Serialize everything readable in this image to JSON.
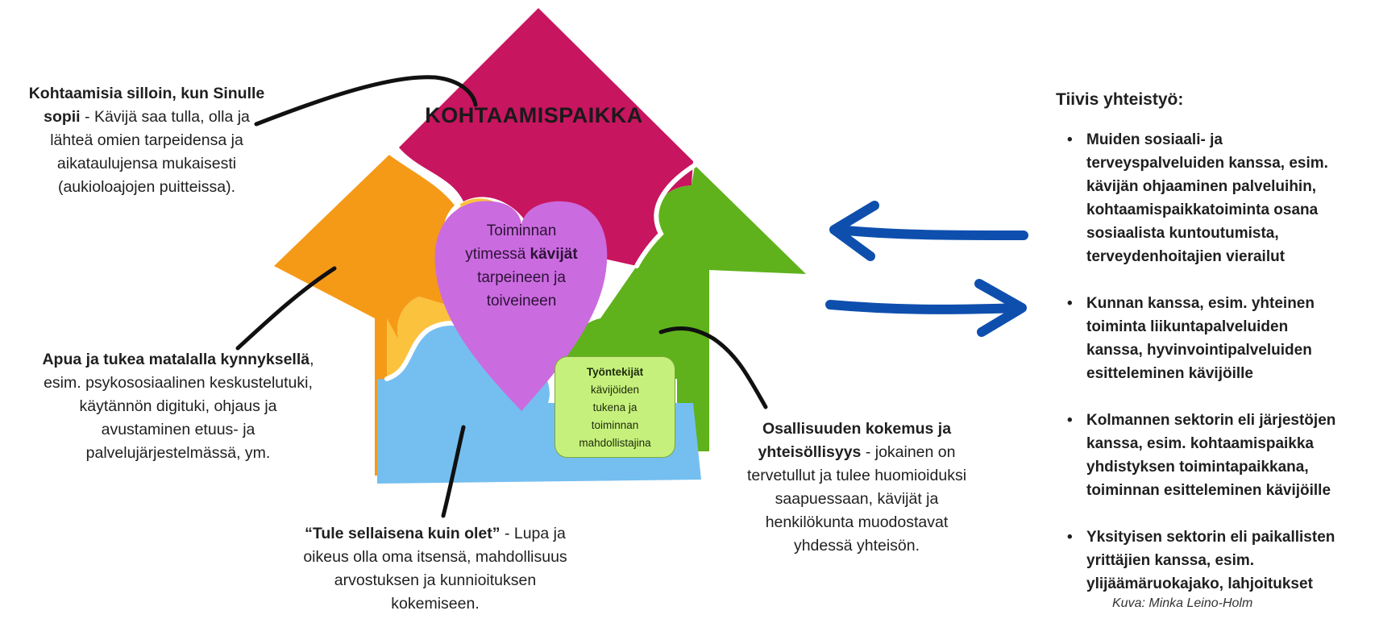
{
  "house": {
    "title": "KOHTAAMISPAIKKA",
    "heart": {
      "line1": "Toiminnan",
      "line2_pre": "ytimessä ",
      "line2_bold": "kävijät",
      "line3": "tarpeineen ja",
      "line4": "toiveineen"
    },
    "workers": {
      "bold": "Työntekijät",
      "line1": "kävijöiden",
      "line2": "tukena ja",
      "line3": "toiminnan",
      "line4": "mahdollistajina"
    },
    "colors": {
      "roof": "#c8155f",
      "left_wall": "#f59a17",
      "inner_yellow": "#fbc23e",
      "right_wall": "#5fb21c",
      "bottom_blue": "#74bff0",
      "heart": "#cb6be0",
      "workers_box": "#c6f07c",
      "arrows": "#0e4fae"
    }
  },
  "callouts": {
    "top_left": {
      "bold_a": "Kohtaamisia silloin, kun Sinulle",
      "bold_b": "sopii",
      "rest_a": " - Kävijä saa tulla, olla ja",
      "line3": "lähteä omien tarpeidensa ja",
      "line4": "aikataulujensa mukaisesti",
      "line5": "(aukioloajojen puitteissa)."
    },
    "mid_left": {
      "bold": "Apua ja tukea matalalla kynnyksellä",
      "rest": ",",
      "line2": "esim. psykososiaalinen keskustelutuki,",
      "line3": "käytännön digituki, ohjaus ja",
      "line4": "avustaminen etuus- ja",
      "line5": "palvelujärjestelmässä, ym."
    },
    "bottom": {
      "bold": "“Tule sellaisena kuin olet”",
      "rest": " - Lupa ja",
      "line2": "oikeus olla oma itsensä, mahdollisuus",
      "line3": "arvostuksen ja kunnioituksen",
      "line4": "kokemiseen."
    },
    "right": {
      "bold_a": "Osallisuuden kokemus ja",
      "bold_b": "yhteisöllisyys",
      "rest_b": " - jokainen on",
      "line3": "tervetullut ja tulee huomioiduksi",
      "line4": "saapuessaan, kävijät ja",
      "line5": "henkilökunta muodostavat",
      "line6": "yhdessä yhteisön."
    }
  },
  "cooperation": {
    "title": "Tiivis yhteistyö:",
    "bullet": "•",
    "items": [
      {
        "lines": [
          "Muiden sosiaali- ja",
          "terveyspalveluiden kanssa, esim.",
          "kävijän ohjaaminen palveluihin,",
          "kohtaamispaikkatoiminta osana",
          "sosiaalista kuntoutumista,",
          "terveydenhoitajien vierailut"
        ]
      },
      {
        "lines": [
          "Kunnan kanssa, esim. yhteinen",
          "toiminta liikuntapalveluiden",
          "kanssa, hyvinvointipalveluiden",
          "esitteleminen kävijöille"
        ]
      },
      {
        "lines": [
          "Kolmannen sektorin eli järjestöjen",
          "kanssa, esim. kohtaamispaikka",
          "yhdistyksen toimintapaikkana,",
          "toiminnan esitteleminen kävijöille"
        ]
      },
      {
        "lines": [
          "Yksityisen sektorin eli paikallisten",
          "yrittäjien kanssa, esim.",
          "ylijäämäruokajako, lahjoitukset"
        ]
      }
    ]
  },
  "credit": "Kuva: Minka Leino-Holm"
}
